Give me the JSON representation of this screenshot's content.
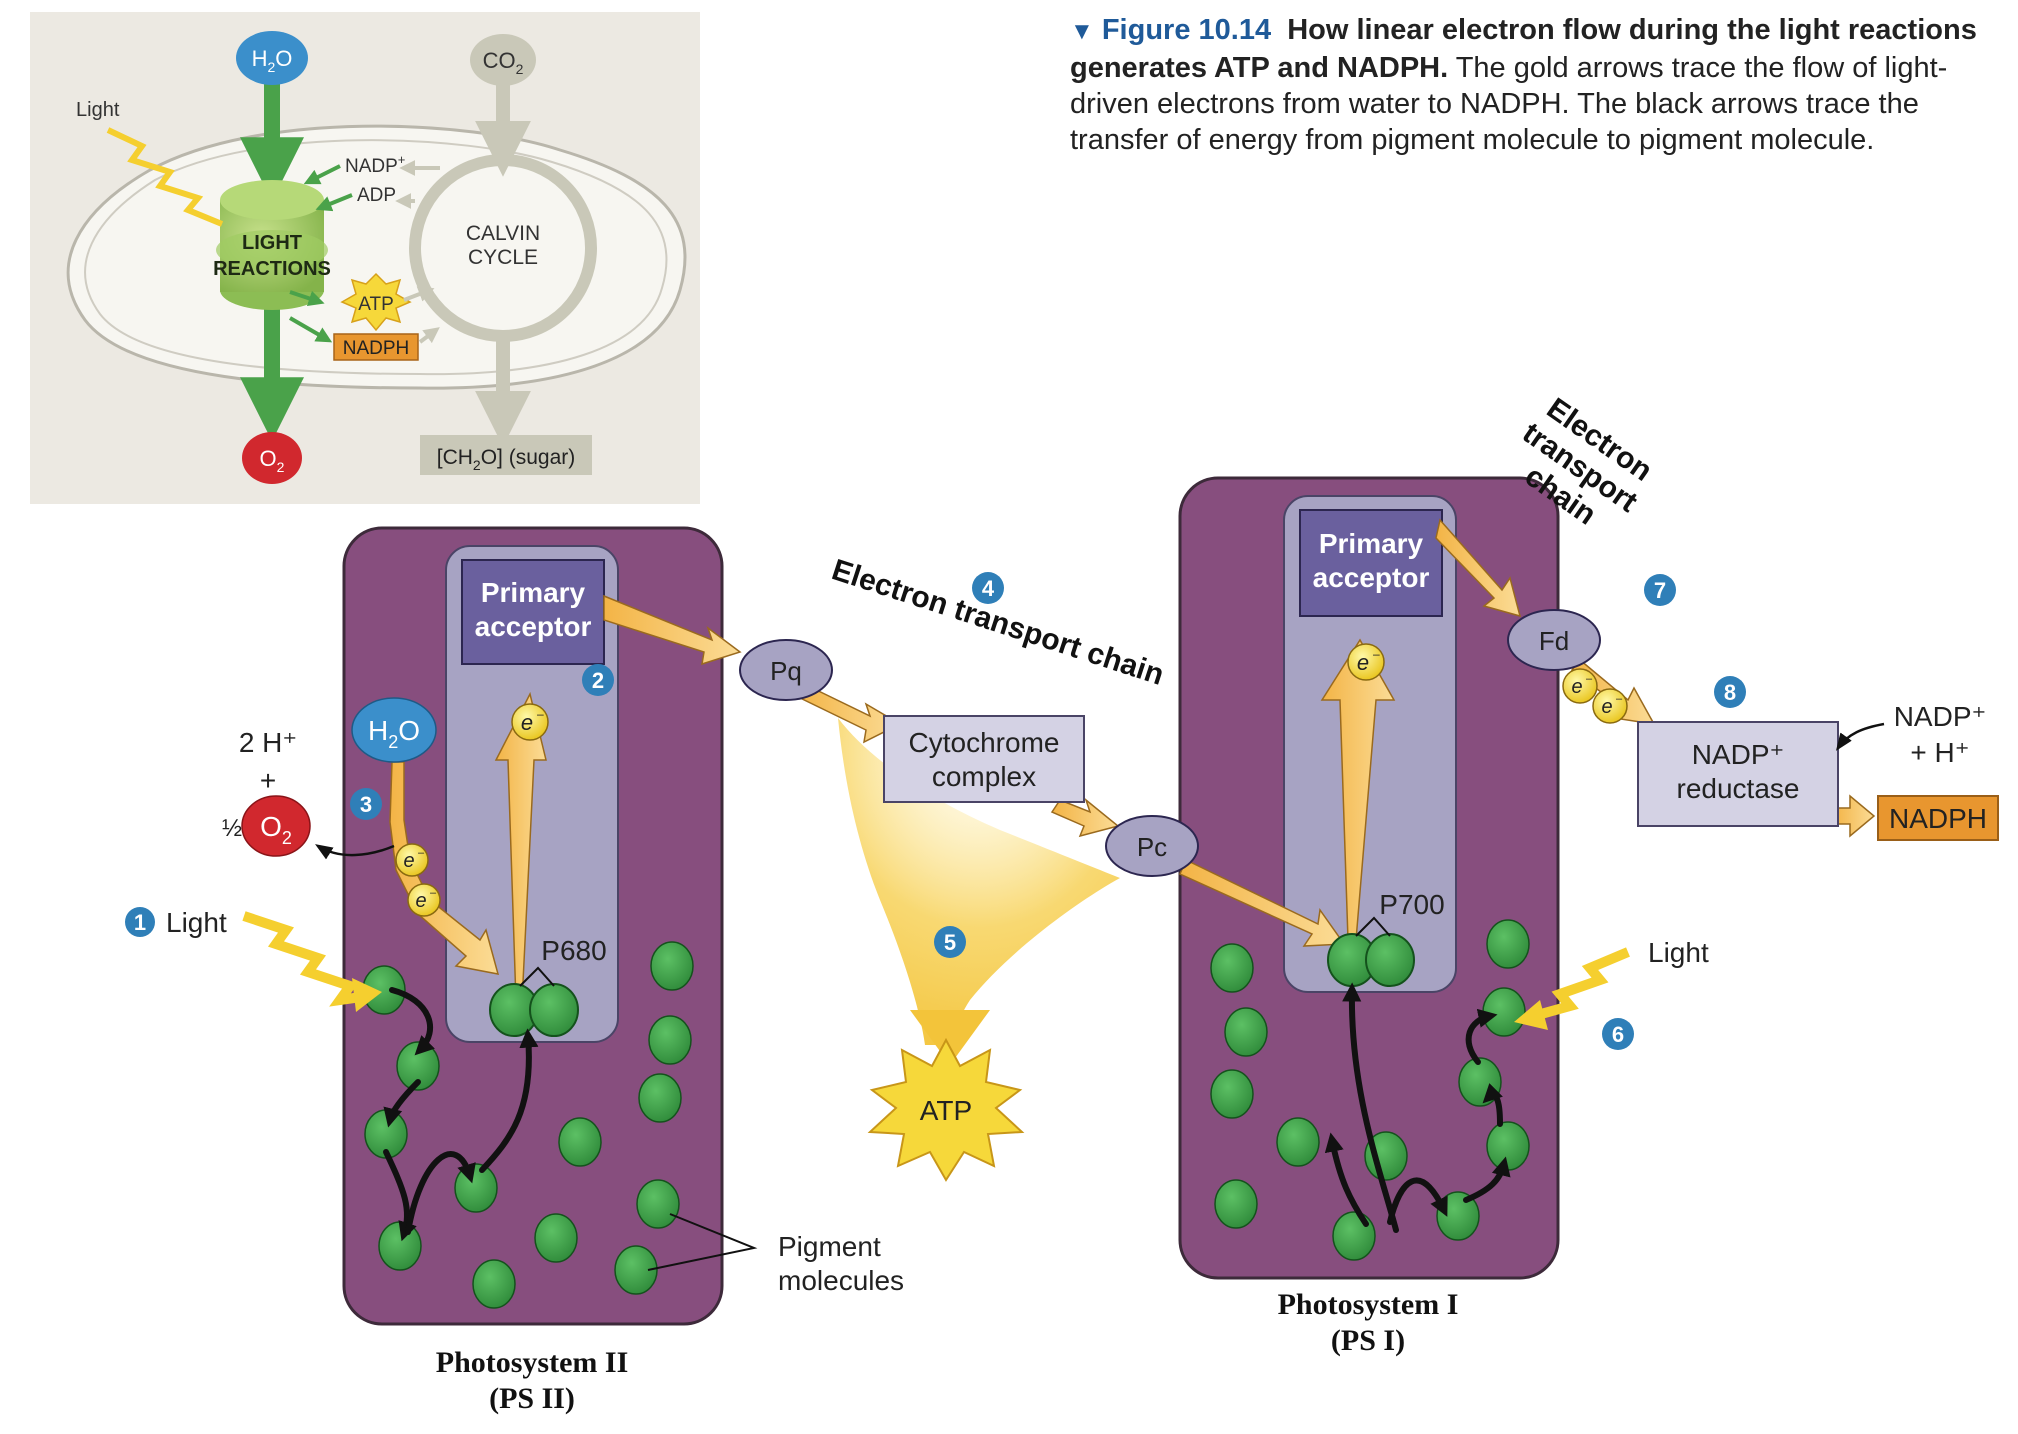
{
  "caption": {
    "marker": "▼",
    "figure_number": "Figure 10.14",
    "title": "How linear electron flow during the light reactions generates ATP and NADPH.",
    "body": "The gold arrows trace the flow of light-driven electrons from water to NADPH. The black arrows trace the transfer of energy from pigment molecule to pigment molecule."
  },
  "inset": {
    "h2o": {
      "main": "H",
      "sub": "2",
      "tail": "O"
    },
    "co2": {
      "main": "CO",
      "sub": "2"
    },
    "o2": {
      "main": "O",
      "sub": "2"
    },
    "light": "Light",
    "nadp": {
      "main": "NADP",
      "sup": "+"
    },
    "adp": "ADP",
    "light_reactions": [
      "LIGHT",
      "REACTIONS"
    ],
    "calvin_cycle": [
      "CALVIN",
      "CYCLE"
    ],
    "atp": "ATP",
    "nadph": "NADPH",
    "sugar": {
      "pre": "[CH",
      "sub": "2",
      "post": "O] (sugar)"
    }
  },
  "main": {
    "photosystem_ii": {
      "line1": "Photosystem II",
      "line2": "(PS II)"
    },
    "photosystem_i": {
      "line1": "Photosystem I",
      "line2": "(PS I)"
    },
    "primary_acceptor": [
      "Primary",
      "acceptor"
    ],
    "p680": "P680",
    "p700": "P700",
    "h2o": {
      "main": "H",
      "sub": "2",
      "tail": "O"
    },
    "o2": {
      "main": "O",
      "sub": "2"
    },
    "two_h_plus": "2 H⁺",
    "plus": "+",
    "half": "½",
    "electron": "e",
    "electron_sup": "–",
    "light": "Light",
    "pq": "Pq",
    "pc": "Pc",
    "fd": "Fd",
    "cytochrome_complex": [
      "Cytochrome",
      "complex"
    ],
    "electron_transport_chain": "Electron transport chain",
    "etc_stacked": [
      "Electron",
      "transport",
      "chain"
    ],
    "atp": "ATP",
    "nadp_reductase": [
      "NADP⁺",
      "reductase"
    ],
    "nadp_plus_h": [
      "NADP⁺",
      "+ H⁺"
    ],
    "nadph": "NADPH",
    "pigment_molecules": [
      "Pigment",
      "molecules"
    ],
    "steps": [
      "1",
      "2",
      "3",
      "4",
      "5",
      "6",
      "7",
      "8"
    ]
  },
  "colors": {
    "photosystem_purple": "#874e7e",
    "core_lavender": "#a7a3c3",
    "acceptor_box": "#6a609e",
    "pigment_green": "#3fa04a",
    "gold_arrow": "#f6c668",
    "step_blue": "#2f7fb8",
    "water_blue": "#3b8fcb",
    "oxygen_red": "#d1282e",
    "nadph_orange": "#e8962f",
    "inset_bg": "#ece9e2",
    "calvin_gray": "#c9c8b8"
  }
}
